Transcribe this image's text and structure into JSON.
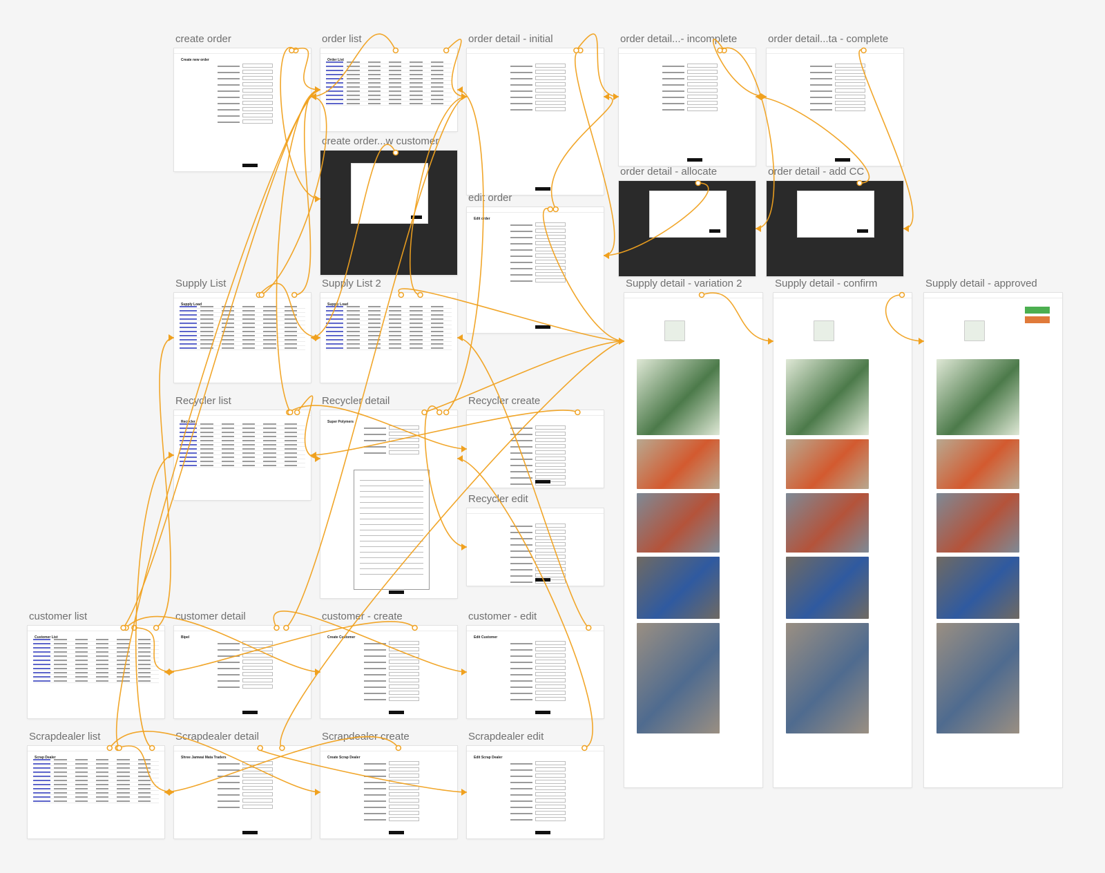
{
  "canvas": {
    "background": "#f5f5f5",
    "connector_color": "#f0a11f",
    "label_color": "#6f6f6f"
  },
  "frames": [
    {
      "id": "create-order",
      "label": "create order",
      "kind": "form",
      "page_title": "Create new order"
    },
    {
      "id": "order-list",
      "label": "order list",
      "kind": "table",
      "page_title": "Order List"
    },
    {
      "id": "order-detail-initial",
      "label": "order detail - initial",
      "kind": "detail"
    },
    {
      "id": "order-detail-incomplete",
      "label": "order detail...- incomplete",
      "kind": "detail"
    },
    {
      "id": "order-detail-complete",
      "label": "order detail...ta - complete",
      "kind": "detail"
    },
    {
      "id": "create-order-new-customer",
      "label": "create order...w customer",
      "kind": "modal"
    },
    {
      "id": "order-detail-allocate",
      "label": "order detail - allocate",
      "kind": "modal"
    },
    {
      "id": "order-detail-add-cc",
      "label": "order detail - add CC",
      "kind": "modal"
    },
    {
      "id": "edit-order",
      "label": "edit order",
      "kind": "form",
      "page_title": "Edit order"
    },
    {
      "id": "supply-list",
      "label": "Supply List",
      "kind": "table",
      "page_title": "Supply Load"
    },
    {
      "id": "supply-list-2",
      "label": "Supply List 2",
      "kind": "table",
      "page_title": "Supply Load"
    },
    {
      "id": "supply-detail-variation-2",
      "label": "Supply detail - variation 2",
      "kind": "supply"
    },
    {
      "id": "supply-detail-confirm",
      "label": "Supply detail - confirm",
      "kind": "supply"
    },
    {
      "id": "supply-detail-approved",
      "label": "Supply detail - approved",
      "kind": "supply"
    },
    {
      "id": "recycler-list",
      "label": "Recycler list",
      "kind": "table",
      "page_title": "Recycler"
    },
    {
      "id": "recycler-detail",
      "label": "Recycler detail",
      "kind": "document",
      "page_title": "Super Polymers"
    },
    {
      "id": "recycler-create",
      "label": "Recycler create",
      "kind": "form"
    },
    {
      "id": "recycler-edit",
      "label": "Recycler edit",
      "kind": "form"
    },
    {
      "id": "customer-list",
      "label": "customer list",
      "kind": "table",
      "page_title": "Customer List"
    },
    {
      "id": "customer-detail",
      "label": "customer detail",
      "kind": "detail",
      "page_title": "Bipel"
    },
    {
      "id": "customer-create",
      "label": "customer - create",
      "kind": "form",
      "page_title": "Create Customer"
    },
    {
      "id": "customer-edit",
      "label": "customer - edit",
      "kind": "form",
      "page_title": "Edit Customer"
    },
    {
      "id": "scrapdealer-list",
      "label": "Scrapdealer list",
      "kind": "table",
      "page_title": "Scrap Dealer"
    },
    {
      "id": "scrapdealer-detail",
      "label": "Scrapdealer detail",
      "kind": "detail",
      "page_title": "Shree Jamwai Mata Traders"
    },
    {
      "id": "scrapdealer-create",
      "label": "Scrapdealer create",
      "kind": "form",
      "page_title": "Create Scrap Dealer"
    },
    {
      "id": "scrapdealer-edit",
      "label": "Scrapdealer edit",
      "kind": "form",
      "page_title": "Edit Scrap Dealer"
    }
  ],
  "connections": [
    [
      "order-list",
      "create-order"
    ],
    [
      "order-list",
      "order-detail-initial"
    ],
    [
      "create-order",
      "create-order-new-customer"
    ],
    [
      "create-order",
      "order-list"
    ],
    [
      "order-detail-initial",
      "edit-order"
    ],
    [
      "order-detail-initial",
      "order-detail-incomplete"
    ],
    [
      "order-detail-incomplete",
      "order-detail-complete"
    ],
    [
      "order-detail-incomplete",
      "order-detail-allocate"
    ],
    [
      "order-detail-complete",
      "order-detail-add-cc"
    ],
    [
      "order-detail-add-cc",
      "order-detail-incomplete"
    ],
    [
      "edit-order",
      "order-detail-initial"
    ],
    [
      "supply-list",
      "supply-list-2"
    ],
    [
      "supply-list-2",
      "supply-detail-variation-2"
    ],
    [
      "supply-detail-variation-2",
      "supply-detail-confirm"
    ],
    [
      "supply-detail-confirm",
      "supply-detail-approved"
    ],
    [
      "recycler-list",
      "recycler-detail"
    ],
    [
      "recycler-detail",
      "recycler-edit"
    ],
    [
      "recycler-list",
      "recycler-create"
    ],
    [
      "recycler-create",
      "recycler-list"
    ],
    [
      "customer-list",
      "customer-detail"
    ],
    [
      "customer-detail",
      "customer-edit"
    ],
    [
      "customer-list",
      "customer-create"
    ],
    [
      "customer-create",
      "customer-list"
    ],
    [
      "scrapdealer-list",
      "scrapdealer-detail"
    ],
    [
      "scrapdealer-detail",
      "scrapdealer-edit"
    ],
    [
      "scrapdealer-list",
      "scrapdealer-create"
    ],
    [
      "scrapdealer-create",
      "scrapdealer-list"
    ],
    [
      "customer-list",
      "supply-list"
    ],
    [
      "scrapdealer-list",
      "recycler-list"
    ],
    [
      "supply-list",
      "order-list"
    ],
    [
      "recycler-list",
      "order-list"
    ],
    [
      "customer-detail",
      "order-detail-initial"
    ],
    [
      "scrapdealer-detail",
      "supply-detail-variation-2"
    ],
    [
      "recycler-detail",
      "supply-detail-variation-2"
    ],
    [
      "supply-list-2",
      "order-detail-initial"
    ],
    [
      "customer-list",
      "order-list"
    ],
    [
      "scrapdealer-list",
      "order-list"
    ],
    [
      "supply-list",
      "create-order"
    ],
    [
      "edit-order",
      "supply-detail-variation-2"
    ],
    [
      "order-detail-allocate",
      "edit-order"
    ],
    [
      "create-order-new-customer",
      "supply-list"
    ],
    [
      "recycler-detail",
      "order-list"
    ],
    [
      "customer-edit",
      "supply-list-2"
    ],
    [
      "scrapdealer-edit",
      "recycler-detail"
    ]
  ]
}
